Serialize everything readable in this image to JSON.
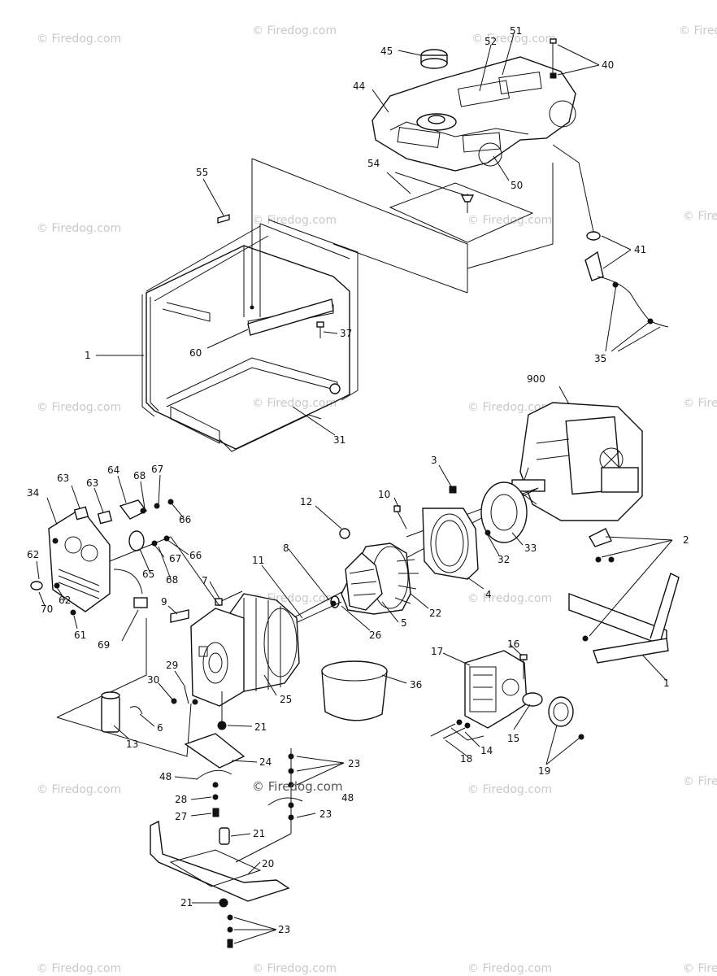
{
  "watermark": {
    "text": "© Firedog.com"
  },
  "callouts": {
    "c1a": "1",
    "c1b": "1",
    "c2": "2",
    "c3": "3",
    "c4": "4",
    "c5": "5",
    "c6": "6",
    "c7": "7",
    "c8": "8",
    "c9": "9",
    "c10": "10",
    "c11": "11",
    "c12": "12",
    "c13": "13",
    "c14": "14",
    "c15": "15",
    "c16": "16",
    "c17": "17",
    "c18": "18",
    "c19": "19",
    "c20": "20",
    "c21a": "21",
    "c21b": "21",
    "c21c": "21",
    "c22": "22",
    "c23a": "23",
    "c23b": "23",
    "c23c": "23",
    "c24": "24",
    "c25": "25",
    "c26": "26",
    "c27": "27",
    "c28": "28",
    "c29": "29",
    "c30": "30",
    "c31": "31",
    "c32": "32",
    "c33": "33",
    "c34": "34",
    "c35": "35",
    "c36": "36",
    "c37": "37",
    "c40": "40",
    "c41": "41",
    "c44": "44",
    "c45": "45",
    "c48a": "48",
    "c48b": "48",
    "c50": "50",
    "c51": "51",
    "c52": "52",
    "c54": "54",
    "c55": "55",
    "c60": "60",
    "c61": "61",
    "c62a": "62",
    "c62b": "62",
    "c63a": "63",
    "c63b": "63",
    "c64": "64",
    "c65": "65",
    "c66a": "66",
    "c66b": "66",
    "c67a": "67",
    "c67b": "67",
    "c68a": "68",
    "c68b": "68",
    "c69": "69",
    "c70": "70",
    "c900": "900"
  }
}
